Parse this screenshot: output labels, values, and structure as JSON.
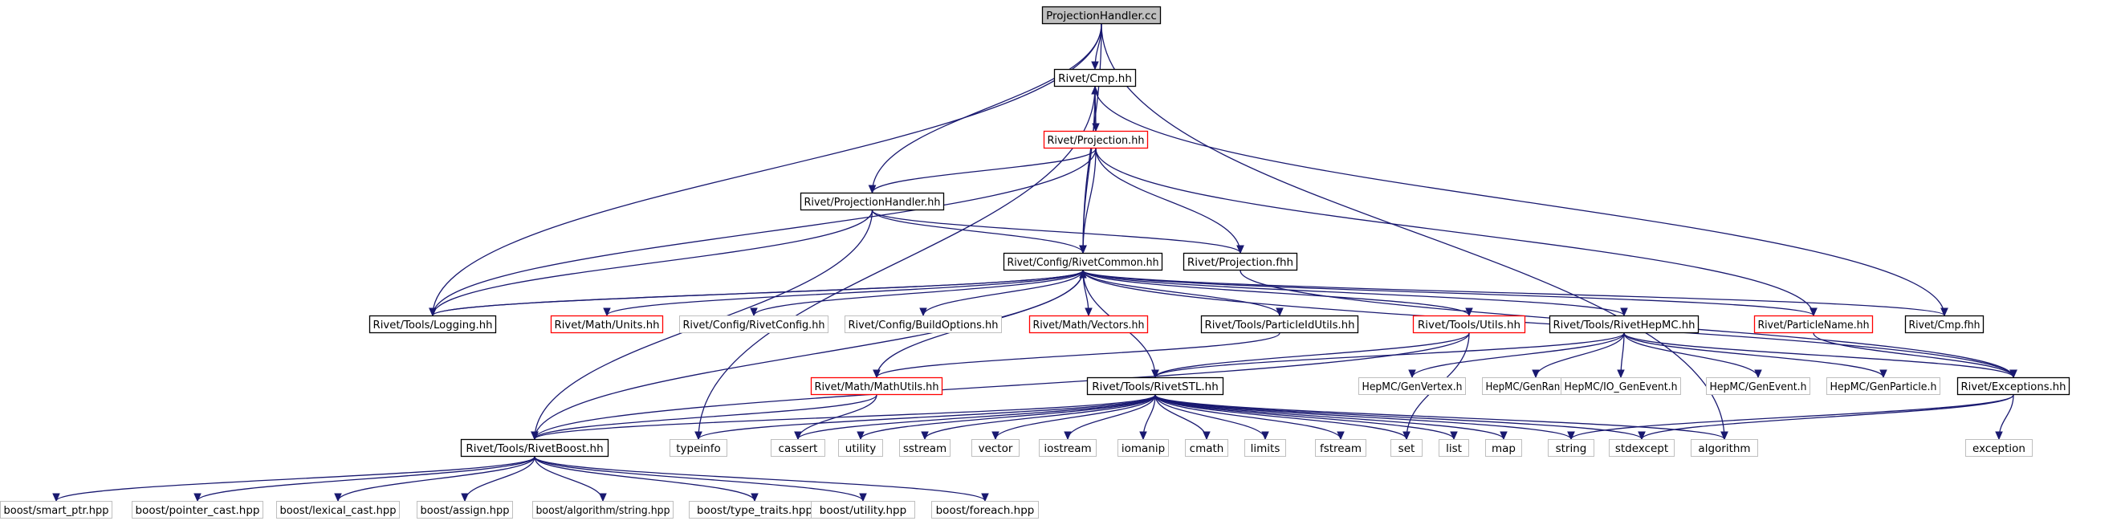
{
  "colors": {
    "edge": "#191970",
    "border_normal": "#000000",
    "border_truncated": "#ff0000",
    "border_system": "#bfbfbf",
    "root_fill": "#bfbfbf",
    "text_system": "#555555"
  },
  "legend_kinds": [
    "root",
    "normal",
    "truncated",
    "system"
  ],
  "nodes": {
    "projectionhandler_cc": {
      "label": "ProjectionHandler.cc",
      "kind": "root"
    },
    "cmp_hh": {
      "label": "Rivet/Cmp.hh",
      "kind": "normal"
    },
    "projection_hh": {
      "label": "Rivet/Projection.hh",
      "kind": "truncated"
    },
    "projectionhandler_hh": {
      "label": "Rivet/ProjectionHandler.hh",
      "kind": "normal"
    },
    "rivetcommon_hh": {
      "label": "Rivet/Config/RivetCommon.hh",
      "kind": "normal"
    },
    "projection_fhh": {
      "label": "Rivet/Projection.fhh",
      "kind": "normal"
    },
    "logging_hh": {
      "label": "Rivet/Tools/Logging.hh",
      "kind": "normal"
    },
    "units_hh": {
      "label": "Rivet/Math/Units.hh",
      "kind": "truncated"
    },
    "rivetconfig_hh": {
      "label": "Rivet/Config/RivetConfig.hh",
      "kind": "system"
    },
    "buildoptions_hh": {
      "label": "Rivet/Config/BuildOptions.hh",
      "kind": "system"
    },
    "vectors_hh": {
      "label": "Rivet/Math/Vectors.hh",
      "kind": "truncated"
    },
    "particleidutils_hh": {
      "label": "Rivet/Tools/ParticleIdUtils.hh",
      "kind": "normal"
    },
    "utils_hh": {
      "label": "Rivet/Tools/Utils.hh",
      "kind": "truncated"
    },
    "rivethepmc_hh": {
      "label": "Rivet/Tools/RivetHepMC.hh",
      "kind": "normal"
    },
    "particlename_hh": {
      "label": "Rivet/ParticleName.hh",
      "kind": "truncated"
    },
    "cmp_fhh": {
      "label": "Rivet/Cmp.fhh",
      "kind": "normal"
    },
    "mathutils_hh": {
      "label": "Rivet/Math/MathUtils.hh",
      "kind": "truncated"
    },
    "rivetstl_hh": {
      "label": "Rivet/Tools/RivetSTL.hh",
      "kind": "normal"
    },
    "genvertex_h": {
      "label": "HepMC/GenVertex.h",
      "kind": "system"
    },
    "genranges_h": {
      "label": "HepMC/GenRanges.h",
      "kind": "system"
    },
    "io_genevent_h": {
      "label": "HepMC/IO_GenEvent.h",
      "kind": "system"
    },
    "genevent_h": {
      "label": "HepMC/GenEvent.h",
      "kind": "system"
    },
    "genparticle_h": {
      "label": "HepMC/GenParticle.h",
      "kind": "system"
    },
    "exceptions_hh": {
      "label": "Rivet/Exceptions.hh",
      "kind": "normal"
    },
    "rivetboost_hh": {
      "label": "Rivet/Tools/RivetBoost.hh",
      "kind": "normal"
    },
    "typeinfo": {
      "label": "typeinfo",
      "kind": "system"
    },
    "cassert": {
      "label": "cassert",
      "kind": "system"
    },
    "utility": {
      "label": "utility",
      "kind": "system"
    },
    "sstream": {
      "label": "sstream",
      "kind": "system"
    },
    "vector": {
      "label": "vector",
      "kind": "system"
    },
    "iostream": {
      "label": "iostream",
      "kind": "system"
    },
    "iomanip": {
      "label": "iomanip",
      "kind": "system"
    },
    "cmath": {
      "label": "cmath",
      "kind": "system"
    },
    "limits": {
      "label": "limits",
      "kind": "system"
    },
    "fstream": {
      "label": "fstream",
      "kind": "system"
    },
    "set": {
      "label": "set",
      "kind": "system"
    },
    "list": {
      "label": "list",
      "kind": "system"
    },
    "map": {
      "label": "map",
      "kind": "system"
    },
    "string": {
      "label": "string",
      "kind": "system"
    },
    "stdexcept": {
      "label": "stdexcept",
      "kind": "system"
    },
    "algorithm": {
      "label": "algorithm",
      "kind": "system"
    },
    "exception": {
      "label": "exception",
      "kind": "system"
    },
    "smart_ptr_hpp": {
      "label": "boost/smart_ptr.hpp",
      "kind": "system"
    },
    "pointer_cast_hpp": {
      "label": "boost/pointer_cast.hpp",
      "kind": "system"
    },
    "lexical_cast_hpp": {
      "label": "boost/lexical_cast.hpp",
      "kind": "system"
    },
    "assign_hpp": {
      "label": "boost/assign.hpp",
      "kind": "system"
    },
    "algorithm_string_hpp": {
      "label": "boost/algorithm/string.hpp",
      "kind": "system"
    },
    "type_traits_hpp": {
      "label": "boost/type_traits.hpp",
      "kind": "system"
    },
    "utility_hpp": {
      "label": "boost/utility.hpp",
      "kind": "system"
    },
    "foreach_hpp": {
      "label": "boost/foreach.hpp",
      "kind": "system"
    }
  },
  "edges": [
    [
      "projectionhandler_cc",
      "cmp_hh"
    ],
    [
      "projectionhandler_cc",
      "projectionhandler_hh"
    ],
    [
      "projectionhandler_cc",
      "rivetcommon_hh"
    ],
    [
      "projectionhandler_cc",
      "logging_hh"
    ],
    [
      "projectionhandler_cc",
      "algorithm"
    ],
    [
      "cmp_hh",
      "projection_hh"
    ],
    [
      "cmp_hh",
      "rivetcommon_hh"
    ],
    [
      "cmp_hh",
      "typeinfo"
    ],
    [
      "cmp_hh",
      "cmp_fhh"
    ],
    [
      "projection_hh",
      "cmp_hh"
    ],
    [
      "projection_hh",
      "projectionhandler_hh"
    ],
    [
      "projection_hh",
      "rivetcommon_hh"
    ],
    [
      "projection_hh",
      "projection_fhh"
    ],
    [
      "projection_hh",
      "logging_hh"
    ],
    [
      "projection_hh",
      "particlename_hh"
    ],
    [
      "projectionhandler_hh",
      "rivetcommon_hh"
    ],
    [
      "projectionhandler_hh",
      "projection_fhh"
    ],
    [
      "projectionhandler_hh",
      "logging_hh"
    ],
    [
      "projectionhandler_hh",
      "rivetboost_hh"
    ],
    [
      "projection_fhh",
      "exceptions_hh"
    ],
    [
      "rivetcommon_hh",
      "logging_hh"
    ],
    [
      "rivetcommon_hh",
      "units_hh"
    ],
    [
      "rivetcommon_hh",
      "rivetconfig_hh"
    ],
    [
      "rivetcommon_hh",
      "buildoptions_hh"
    ],
    [
      "rivetcommon_hh",
      "vectors_hh"
    ],
    [
      "rivetcommon_hh",
      "particleidutils_hh"
    ],
    [
      "rivetcommon_hh",
      "utils_hh"
    ],
    [
      "rivetcommon_hh",
      "rivethepmc_hh"
    ],
    [
      "rivetcommon_hh",
      "particlename_hh"
    ],
    [
      "rivetcommon_hh",
      "cmp_fhh"
    ],
    [
      "rivetcommon_hh",
      "exceptions_hh"
    ],
    [
      "rivetcommon_hh",
      "rivetstl_hh"
    ],
    [
      "rivetcommon_hh",
      "rivetboost_hh"
    ],
    [
      "rivetcommon_hh",
      "mathutils_hh"
    ],
    [
      "logging_hh",
      "rivetcommon_hh"
    ],
    [
      "particleidutils_hh",
      "mathutils_hh"
    ],
    [
      "utils_hh",
      "rivetstl_hh"
    ],
    [
      "utils_hh",
      "rivetboost_hh"
    ],
    [
      "utils_hh",
      "set"
    ],
    [
      "rivethepmc_hh",
      "rivetstl_hh"
    ],
    [
      "rivethepmc_hh",
      "genvertex_h"
    ],
    [
      "rivethepmc_hh",
      "genranges_h"
    ],
    [
      "rivethepmc_hh",
      "io_genevent_h"
    ],
    [
      "rivethepmc_hh",
      "genevent_h"
    ],
    [
      "rivethepmc_hh",
      "genparticle_h"
    ],
    [
      "rivethepmc_hh",
      "exceptions_hh"
    ],
    [
      "particlename_hh",
      "exceptions_hh"
    ],
    [
      "mathutils_hh",
      "rivetboost_hh"
    ],
    [
      "mathutils_hh",
      "cassert"
    ],
    [
      "rivetstl_hh",
      "rivetboost_hh"
    ],
    [
      "rivetstl_hh",
      "typeinfo"
    ],
    [
      "rivetstl_hh",
      "cassert"
    ],
    [
      "rivetstl_hh",
      "utility"
    ],
    [
      "rivetstl_hh",
      "sstream"
    ],
    [
      "rivetstl_hh",
      "vector"
    ],
    [
      "rivetstl_hh",
      "iostream"
    ],
    [
      "rivetstl_hh",
      "iomanip"
    ],
    [
      "rivetstl_hh",
      "cmath"
    ],
    [
      "rivetstl_hh",
      "limits"
    ],
    [
      "rivetstl_hh",
      "fstream"
    ],
    [
      "rivetstl_hh",
      "set"
    ],
    [
      "rivetstl_hh",
      "list"
    ],
    [
      "rivetstl_hh",
      "map"
    ],
    [
      "rivetstl_hh",
      "string"
    ],
    [
      "rivetstl_hh",
      "stdexcept"
    ],
    [
      "rivetstl_hh",
      "algorithm"
    ],
    [
      "exceptions_hh",
      "string"
    ],
    [
      "exceptions_hh",
      "stdexcept"
    ],
    [
      "exceptions_hh",
      "exception"
    ],
    [
      "rivetboost_hh",
      "smart_ptr_hpp"
    ],
    [
      "rivetboost_hh",
      "pointer_cast_hpp"
    ],
    [
      "rivetboost_hh",
      "lexical_cast_hpp"
    ],
    [
      "rivetboost_hh",
      "assign_hpp"
    ],
    [
      "rivetboost_hh",
      "algorithm_string_hpp"
    ],
    [
      "rivetboost_hh",
      "type_traits_hpp"
    ],
    [
      "rivetboost_hh",
      "utility_hpp"
    ],
    [
      "rivetboost_hh",
      "foreach_hpp"
    ]
  ]
}
